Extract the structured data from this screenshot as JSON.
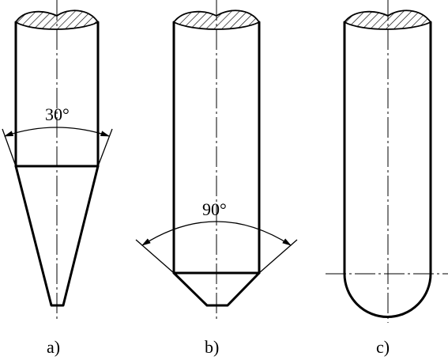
{
  "figures": [
    {
      "id": "a",
      "label": "a)",
      "angle_label": "30°",
      "tip": "conical point"
    },
    {
      "id": "b",
      "label": "b)",
      "angle_label": "90°",
      "tip": "chamfered point"
    },
    {
      "id": "c",
      "label": "c)",
      "angle_label": "",
      "tip": "hemispherical end"
    }
  ]
}
